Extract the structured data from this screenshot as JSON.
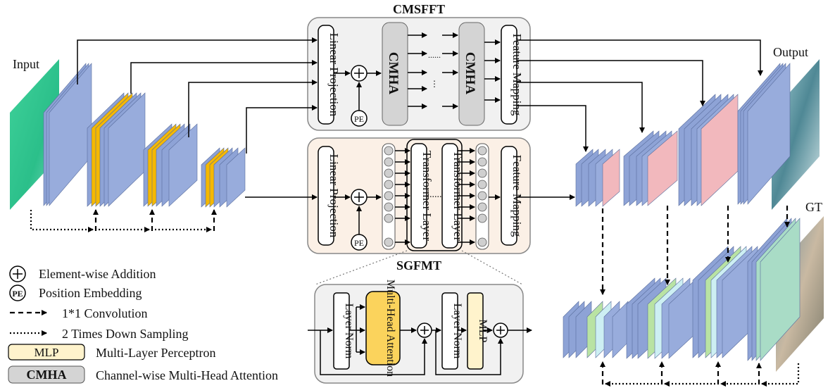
{
  "labels": {
    "input": "Input",
    "output": "Output",
    "gt": "GT",
    "cmsfft": "CMSFFT",
    "sgfmt": "SGFMT"
  },
  "cmsfft_module": {
    "linear_projection": "Linear Projection",
    "pe": "PE",
    "cmha_1": "CMHA",
    "cmha_2": "CMHA",
    "feature_mapping": "Feature Mapping"
  },
  "sgfmt_module": {
    "linear_projection": "Linear Projection",
    "pe": "PE",
    "transformer_1": "Transformer Layer",
    "transformer_2": "Transformer Layer",
    "feature_mapping": "Feature Mapping"
  },
  "transformer_detail": {
    "layer_norm_1": "Layer Norm",
    "mha": "Multi-Head Attention",
    "layer_norm_2": "Layer Norm",
    "mlp": "MLP"
  },
  "legend": [
    {
      "symbol": "+",
      "text": "Element-wise Addition"
    },
    {
      "symbol": "PE",
      "text": "Position Embedding"
    },
    {
      "symbol": "",
      "text": "1*1 Convolution"
    },
    {
      "symbol": "",
      "text": "2 Times Down Sampling"
    },
    {
      "symbol": "MLP",
      "text": "Multi-Layer Perceptron"
    },
    {
      "symbol": "CMHA",
      "text": "Channel-wise Multi-Head Attention"
    }
  ],
  "colors": {
    "feature_blue": "#8ea3d6",
    "feature_yellow": "#f5b800",
    "feature_pink": "#f2b8bd",
    "feature_green": "#b9e3a3",
    "feature_cyan": "#cdeff3",
    "cmsfft_bg": "#f1f1f1",
    "sgfmt_bg": "#fbf0e6",
    "mha_fill": "#fbd35c",
    "mlp_fill": "#fff3cc",
    "cmha_fill": "#d4d4d4"
  }
}
